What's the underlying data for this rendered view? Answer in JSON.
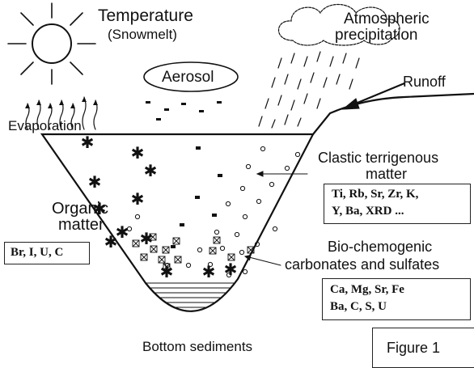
{
  "labels": {
    "temperature": "Temperature",
    "snowmelt": "(Snowmelt)",
    "atmospheric_1": "Atmospheric",
    "atmospheric_2": "precipitation",
    "aerosol": "Aerosol",
    "runoff": "Runoff",
    "evaporation": "Evaporation",
    "clastic_1": "Clastic terrigenous",
    "clastic_2": "matter",
    "organic_1": "Organic",
    "organic_2": "matter",
    "bio_1": "Bio-chemogenic",
    "bio_2": "carbonates and sulfates",
    "bottom": "Bottom sediments",
    "figure": "Figure 1"
  },
  "boxes": {
    "clastic_elements": {
      "line1": "Ti, Rb, Sr, Zr, K,",
      "line2": "Y, Ba, XRD ..."
    },
    "organic_elements": {
      "line1": "Br, I, U, C"
    },
    "bio_elements": {
      "line1": "Ca, Mg, Sr, Fe",
      "line2": "Ba, C, S, U"
    }
  },
  "colors": {
    "ink": "#111111",
    "background": "#ffffff"
  },
  "icons": [
    "sun-icon",
    "cloud-icon",
    "rain-icon",
    "arrow-icon",
    "asterisk-icon",
    "circle-icon",
    "square-cross-icon"
  ]
}
